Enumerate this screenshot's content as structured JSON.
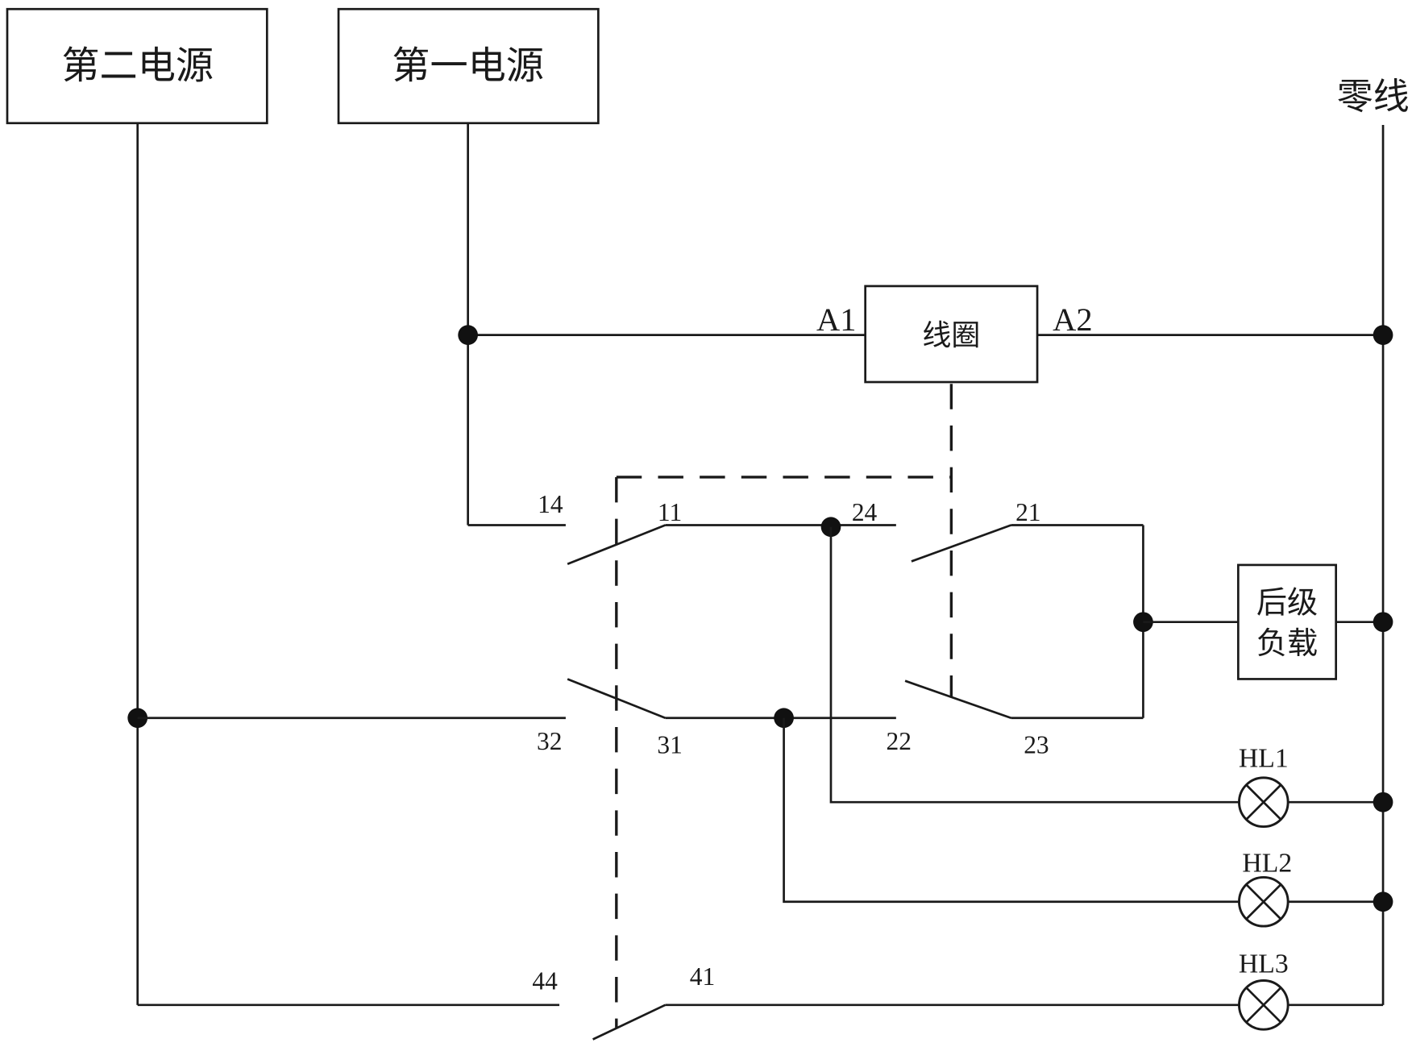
{
  "sources": {
    "second": "第二电源",
    "first": "第一电源"
  },
  "neutral_label": "零线",
  "coil": {
    "label": "线圈",
    "terminal_a1": "A1",
    "terminal_a2": "A2"
  },
  "contacts": {
    "t14": "14",
    "t11": "11",
    "t24": "24",
    "t21": "21",
    "t32": "32",
    "t31": "31",
    "t22": "22",
    "t23": "23",
    "t44": "44",
    "t41": "41"
  },
  "load": {
    "line1": "后级",
    "line2": "负载"
  },
  "lamps": [
    {
      "label": "HL1"
    },
    {
      "label": "HL2"
    },
    {
      "label": "HL3"
    }
  ]
}
